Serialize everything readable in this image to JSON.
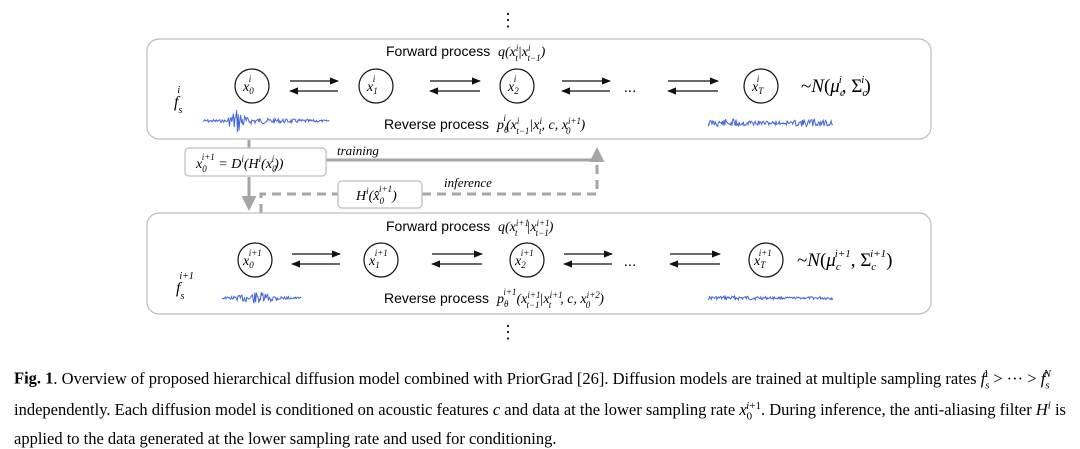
{
  "figure": {
    "ellipsis_top": "⋮",
    "ellipsis_bottom": "⋮",
    "ellipsis_mid": "...",
    "stage_i": {
      "forward_label": "Forward process",
      "forward_formula": "q(x_t^i | x_{t−1}^i)",
      "reverse_label": "Reverse process",
      "reverse_formula": "p_θ^i(x_{t−1}^i | x_t^i, c, x_0^{i+1})",
      "fs_label": "f_s^i",
      "prior": "~N(μ_c^i, Σ_c^i)",
      "nodes": [
        "x_0^i",
        "x_1^i",
        "x_2^i",
        "x_T^i"
      ]
    },
    "stage_i1": {
      "forward_label": "Forward process",
      "forward_formula": "q(x_t^{i+1} | x_{t−1}^{i+1})",
      "reverse_label": "Reverse process",
      "reverse_formula": "p_θ^{i+1}(x_{t−1}^{i+1} | x_t^{i+1}, c, x_0^{i+2})",
      "fs_label": "f_s^{i+1}",
      "prior": "~N(μ_c^{i+1}, Σ_c^{i+1})",
      "nodes": [
        "x_0^{i+1}",
        "x_1^{i+1}",
        "x_2^{i+1}",
        "x_T^{i+1}"
      ]
    },
    "downsample_box": "x_0^{i+1} = D^i(H^i(x_0^i))",
    "filter_box": "H^i(x̂_0^{i+1})",
    "training_label": "training",
    "inference_label": "inference",
    "colors": {
      "waveform": "#4466dd",
      "connector": "#a6a6a6",
      "box_border": "#bdbdbd"
    }
  },
  "caption": {
    "fig_label": "Fig. 1",
    "text": ". Overview of proposed hierarchical diffusion model combined with PriorGrad [26]. Diffusion models are trained at multiple sampling rates f_s^1 > ··· > f_s^N independently. Each diffusion model is conditioned on acoustic features c and data at the lower sampling rate x_0^{i+1}. During inference, the anti-aliasing filter H^i is applied to the data generated at the lower sampling rate and used for conditioning."
  }
}
